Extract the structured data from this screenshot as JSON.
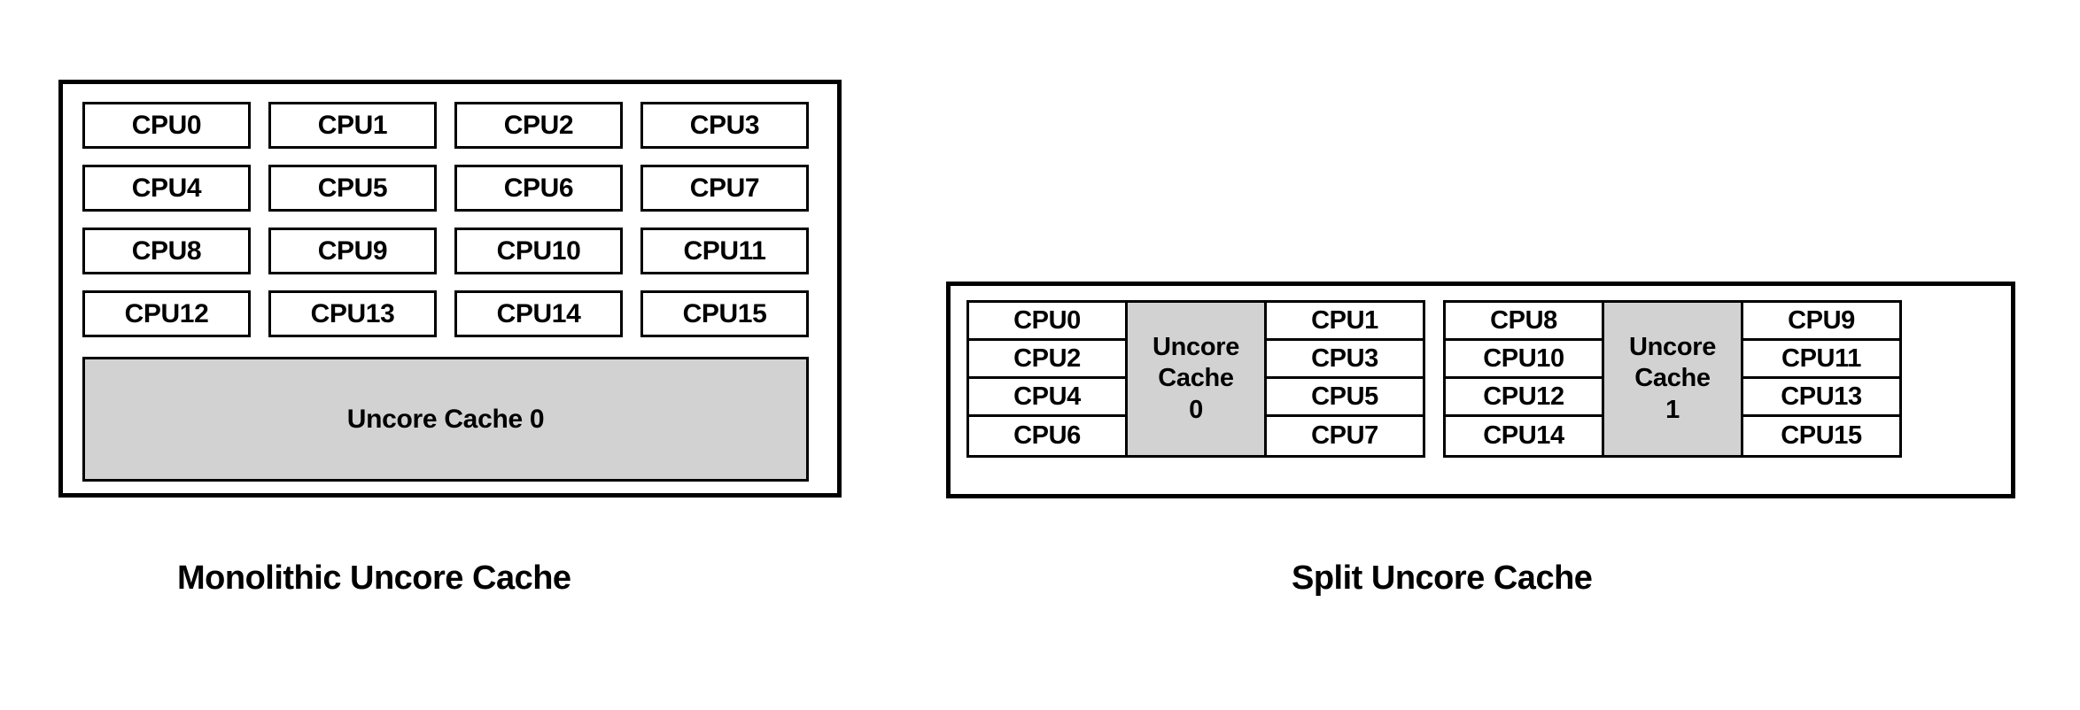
{
  "diagram": {
    "background_color": "#ffffff",
    "line_color": "#000000",
    "cache_fill_color": "#d2d2d2",
    "panels": [
      {
        "id": "monolithic",
        "caption": "Monolithic Uncore Cache",
        "cpus": [
          "CPU0",
          "CPU1",
          "CPU2",
          "CPU3",
          "CPU4",
          "CPU5",
          "CPU6",
          "CPU7",
          "CPU8",
          "CPU9",
          "CPU10",
          "CPU11",
          "CPU12",
          "CPU13",
          "CPU14",
          "CPU15"
        ],
        "cache_label": "Uncore Cache 0"
      },
      {
        "id": "split",
        "caption": "Split Uncore Cache",
        "clusters": [
          {
            "left_cpus": [
              "CPU0",
              "CPU2",
              "CPU4",
              "CPU6"
            ],
            "cache_lines": [
              "Uncore",
              "Cache",
              "0"
            ],
            "right_cpus": [
              "CPU1",
              "CPU3",
              "CPU5",
              "CPU7"
            ]
          },
          {
            "left_cpus": [
              "CPU8",
              "CPU10",
              "CPU12",
              "CPU14"
            ],
            "cache_lines": [
              "Uncore",
              "Cache",
              "1"
            ],
            "right_cpus": [
              "CPU9",
              "CPU11",
              "CPU13",
              "CPU15"
            ]
          }
        ]
      }
    ]
  }
}
